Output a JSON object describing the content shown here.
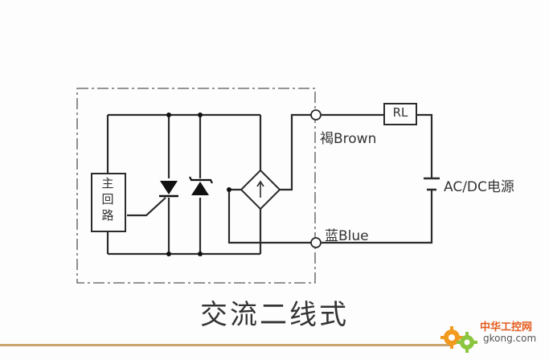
{
  "diagram": {
    "caption": "交流二线式",
    "main_circuit": {
      "label_chars": [
        "主",
        "回",
        "路"
      ]
    },
    "load": {
      "label": "RL"
    },
    "terminals": {
      "brown": "褐Brown",
      "blue": "蓝Blue"
    },
    "source": {
      "label": "AC/DC电源"
    }
  },
  "watermark": {
    "name_cn": "中华工控网",
    "url": "gkong.com",
    "colors": {
      "primary": "#e45b1c",
      "gear": "#f29a1d",
      "gear2": "#8cc63f"
    }
  },
  "colors": {
    "line": "#2b2b2b",
    "boundary": "#555555",
    "rule": "#c8a46e",
    "background": "#fdfdfd"
  }
}
